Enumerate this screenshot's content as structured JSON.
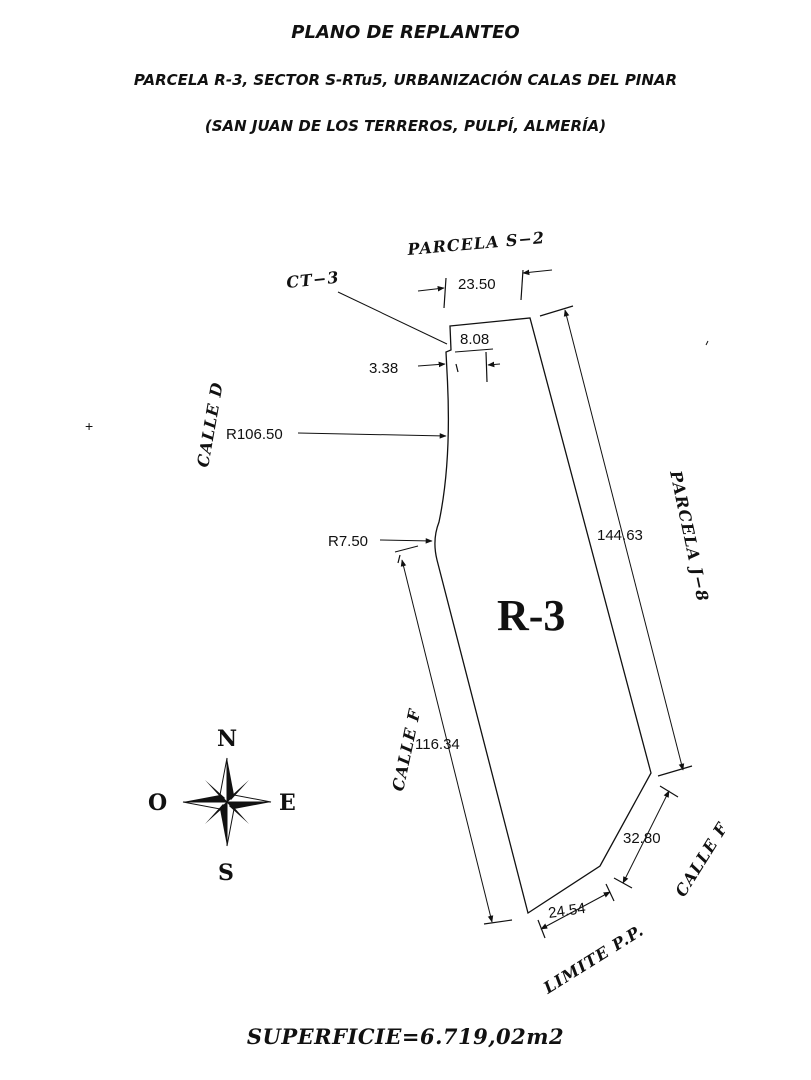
{
  "header": {
    "title": "PLANO DE REPLANTEO",
    "subtitle": "PARCELA R-3, SECTOR S-RTu5, URBANIZACIÓN CALAS DEL PINAR",
    "location": "(SAN JUAN DE LOS TERREROS, PULPÍ, ALMERÍA)"
  },
  "plan": {
    "parcel_id": "R-3",
    "labels": {
      "parcela_s2": "PARCELA S−2",
      "ct3": "CT−3",
      "calle_d": "CALLE D",
      "parcela_j8": "PARCELA J−8",
      "calle_f_left": "CALLE F",
      "calle_f_right": "CALLE F",
      "limite_pp": "LIMITE P.P."
    },
    "dimensions": {
      "top_width": "23.50",
      "ct_width": "8.08",
      "ct_offset": "3.38",
      "radius_large": "R106.50",
      "radius_small": "R7.50",
      "right_side": "144.63",
      "left_side": "116.34",
      "bottom_diag": "32.80",
      "bottom": "24.54"
    }
  },
  "compass": {
    "north": "N",
    "south": "S",
    "east": "E",
    "west": "O"
  },
  "footer": {
    "area": "SUPERFICIE=6.719,02m2"
  },
  "colors": {
    "ink": "#111111",
    "background": "#ffffff"
  }
}
